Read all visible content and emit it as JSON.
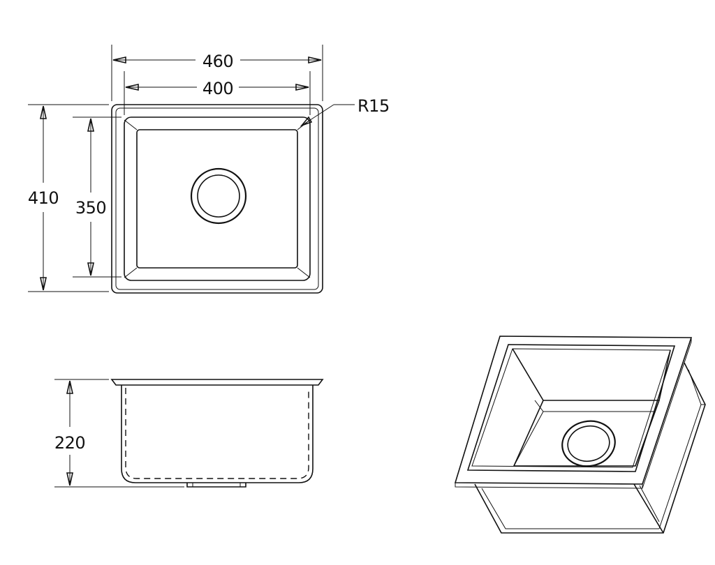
{
  "drawing": {
    "dimensions": {
      "overall_width": "460",
      "bowl_width": "400",
      "overall_length": "410",
      "bowl_length": "350",
      "corner_radius": "R15",
      "depth": "220"
    }
  },
  "colors": {
    "line": "#111111",
    "background": "#ffffff"
  }
}
